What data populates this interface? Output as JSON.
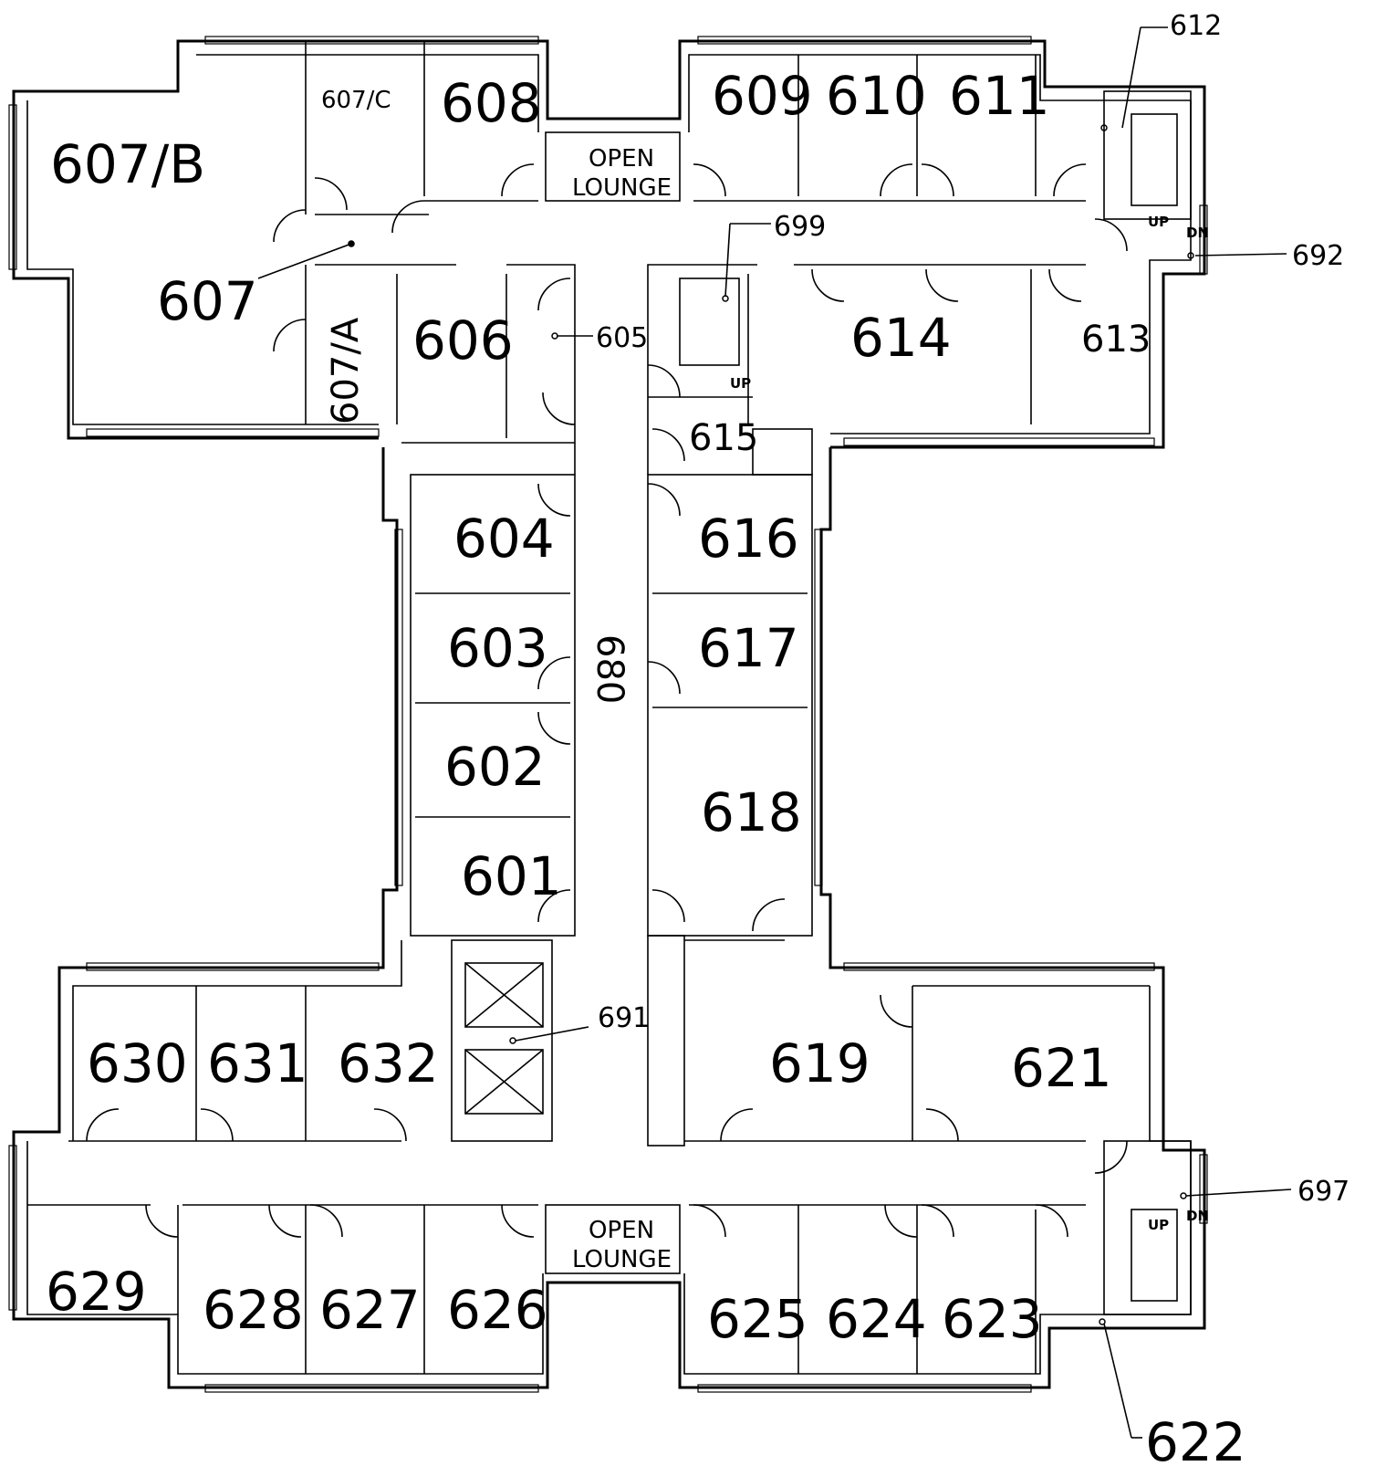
{
  "floor_plan": {
    "rooms": {
      "r607b": "607/B",
      "r607c": "607/C",
      "r608": "608",
      "r609": "609",
      "r610": "610",
      "r611": "611",
      "r612": "612",
      "r692": "692",
      "r699": "699",
      "r607": "607",
      "r607a": "607/A",
      "r606": "606",
      "r605": "605",
      "r614": "614",
      "r613": "613",
      "r615": "615",
      "r604": "604",
      "r603": "603",
      "r602": "602",
      "r601": "601",
      "r680": "680",
      "r616": "616",
      "r617": "617",
      "r618": "618",
      "r691": "691",
      "r630": "630",
      "r631": "631",
      "r632": "632",
      "r619": "619",
      "r621": "621",
      "r697": "697",
      "r629": "629",
      "r628": "628",
      "r627": "627",
      "r626": "626",
      "r625": "625",
      "r624": "624",
      "r623": "623",
      "r622": "622"
    },
    "lounge_top": [
      "OPEN",
      "LOUNGE"
    ],
    "lounge_bottom": [
      "OPEN",
      "LOUNGE"
    ],
    "stairs": {
      "up": "UP",
      "dn": "DN"
    }
  }
}
